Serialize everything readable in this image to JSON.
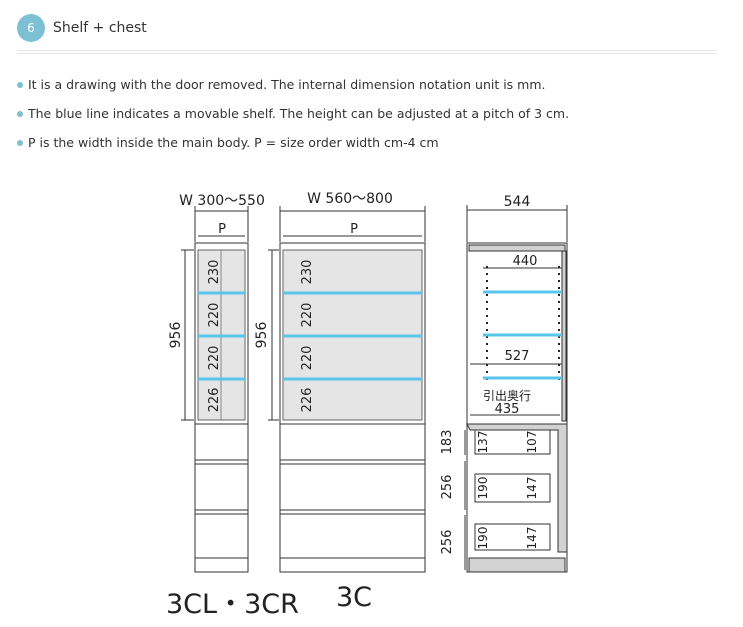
{
  "section": {
    "number": "6",
    "title": "Shelf + chest"
  },
  "notes": [
    "It is a drawing with the door removed. The internal dimension notation unit is mm.",
    "The blue line indicates a movable shelf. The height can be adjusted at a pitch of 3 cm.",
    "P is the width inside the main body. P = size order width cm-4 cm"
  ],
  "drawing": {
    "narrow_width": "W 300〜550",
    "wide_width": "W 560〜800",
    "depth": "544",
    "inner_width_symbol": "P",
    "shelf_heights": [
      "230",
      "220",
      "220",
      "226"
    ],
    "total_shelf_height": "956",
    "shelf_depth": "440",
    "inner_depth": "527",
    "drawer_label": "引出奥行",
    "drawer_depth": "435",
    "chest_heights": [
      "183",
      "256",
      "256"
    ],
    "drawer_inner_heights": [
      "137",
      "190",
      "190"
    ],
    "drawer_box_heights": [
      "107",
      "147",
      "147"
    ],
    "model_narrow": "3CL・3CR",
    "model_wide": "3C"
  },
  "colors": {
    "accent": "#7dbfd3",
    "shelf_line": "#58c6ea",
    "panel_fill": "#e5e5e5",
    "chest_side_fill": "#d2d2d2"
  }
}
